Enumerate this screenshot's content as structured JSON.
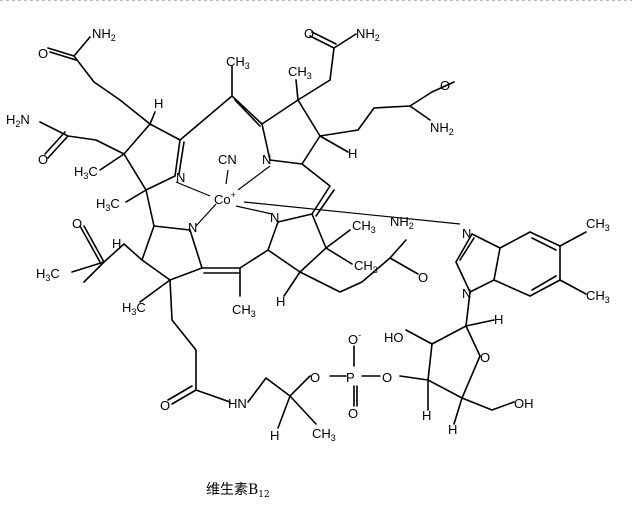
{
  "caption": {
    "main": "维生素B",
    "subscript": "12"
  },
  "atoms": {
    "nh2": "NH",
    "h2n": "H",
    "o": "O",
    "n": "N",
    "h": "H",
    "oh": "OH",
    "ho": "HO",
    "hn": "HN",
    "p": "P",
    "cn": "CN",
    "co": "Co",
    "co_charge": "+",
    "ch": "CH",
    "h3c": "H",
    "c": "C",
    "o_minus": "O",
    "minus": "-",
    "sub2": "2",
    "sub3": "3"
  }
}
